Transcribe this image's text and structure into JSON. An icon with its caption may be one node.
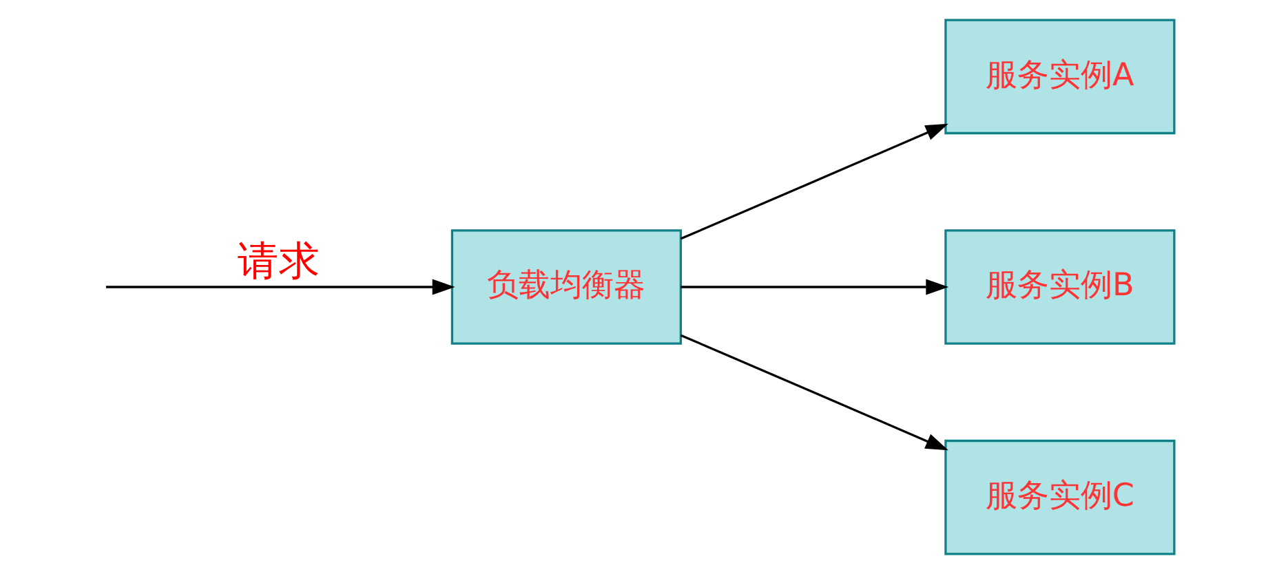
{
  "diagram": {
    "nodes": [
      {
        "text": [
          "负载均衡器"
        ]
      },
      {
        "text": [
          "服务实例A"
        ]
      },
      {
        "text": [
          "服务实例B"
        ]
      },
      {
        "text": [
          "服务实例C"
        ]
      }
    ],
    "edges": [
      {
        "from": null,
        "to": 0,
        "arrow": "to",
        "label": "请求"
      },
      {
        "from": 0,
        "to": 1,
        "arrow": "to"
      },
      {
        "from": 0,
        "to": 2,
        "arrow": "to"
      },
      {
        "from": 0,
        "to": 3,
        "arrow": "to"
      }
    ]
  }
}
